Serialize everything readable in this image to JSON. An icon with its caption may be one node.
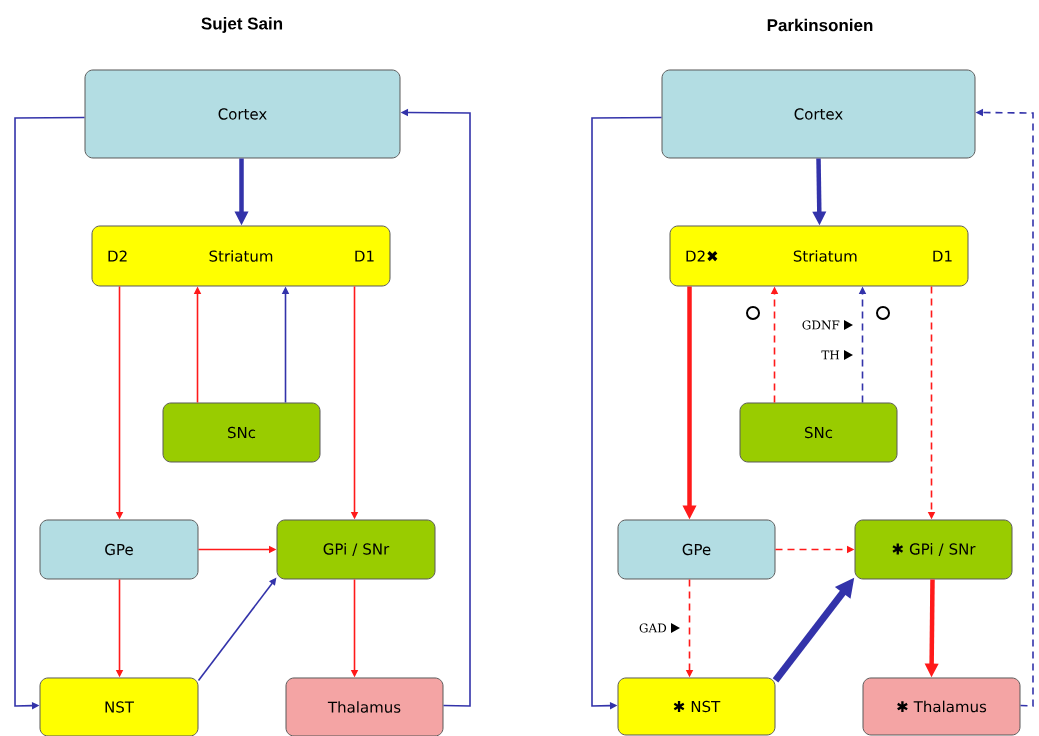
{
  "diagram": {
    "nodes": [
      {
        "text": [
          "Cortex"
        ]
      },
      {
        "text": [
          "D2",
          "Striatum",
          "D1"
        ]
      },
      {
        "text": [
          "SNc"
        ]
      },
      {
        "text": [
          "GPe"
        ]
      },
      {
        "text": [
          "GPi / SNr"
        ]
      },
      {
        "text": [
          "NST"
        ]
      },
      {
        "text": [
          "Thalamus"
        ]
      },
      {
        "text": [
          "Cortex"
        ]
      },
      {
        "text": [
          "D2✖",
          "Striatum",
          "D1"
        ]
      },
      {
        "text": [
          "SNc"
        ]
      },
      {
        "text": [
          "GPe"
        ]
      },
      {
        "text": [
          "✱ GPi / SNr"
        ]
      },
      {
        "text": [
          "✱ NST"
        ]
      },
      {
        "text": [
          "✱ Thalamus"
        ]
      }
    ],
    "edges": [
      {
        "from": 0,
        "to": 1,
        "arrow": "to",
        "style": "thick",
        "color": "#3333aa"
      },
      {
        "from": 1,
        "to": 3,
        "arrow": "to"
      },
      {
        "from": 2,
        "to": 1,
        "arrow": "to"
      },
      {
        "from": 2,
        "to": 1,
        "arrow": "to",
        "color": "#3333aa"
      },
      {
        "from": 1,
        "to": 4,
        "arrow": "to"
      },
      {
        "from": 3,
        "to": 4,
        "arrow": "to"
      },
      {
        "from": 3,
        "to": 5,
        "arrow": "to"
      },
      {
        "from": 5,
        "to": 4,
        "arrow": "to",
        "color": "#3333aa"
      },
      {
        "from": 4,
        "to": 6,
        "arrow": "to"
      },
      {
        "from": 6,
        "to": 0,
        "arrow": "to",
        "color": "#3333aa"
      },
      {
        "from": 0,
        "to": 5,
        "arrow": "to",
        "color": "#3333aa"
      },
      {
        "from": 7,
        "to": 8,
        "arrow": "to",
        "style": "thick",
        "color": "#3333aa"
      },
      {
        "from": 8,
        "to": 10,
        "arrow": "to",
        "style": "thick"
      },
      {
        "from": 9,
        "to": 8,
        "arrow": "to",
        "style": "dashed"
      },
      {
        "from": 9,
        "to": 8,
        "arrow": "to",
        "style": "dashed",
        "color": "#3333aa"
      },
      {
        "from": 8,
        "to": 11,
        "arrow": "to",
        "style": "dashed"
      },
      {
        "from": 10,
        "to": 11,
        "arrow": "to",
        "style": "dashed"
      },
      {
        "from": 10,
        "to": 12,
        "arrow": "to",
        "style": "dashed"
      },
      {
        "from": 12,
        "to": 11,
        "arrow": "to",
        "style": "thick",
        "color": "#3333aa"
      },
      {
        "from": 11,
        "to": 13,
        "arrow": "to",
        "style": "thick"
      },
      {
        "from": 13,
        "to": 7,
        "arrow": "to",
        "style": "dashed",
        "color": "#3333aa"
      },
      {
        "from": 7,
        "to": 12,
        "arrow": "to",
        "color": "#3333aa"
      }
    ],
    "labels": [
      "Sujet Sain",
      "Parkinsonien",
      "GDNF",
      "TH",
      "GAD"
    ]
  }
}
